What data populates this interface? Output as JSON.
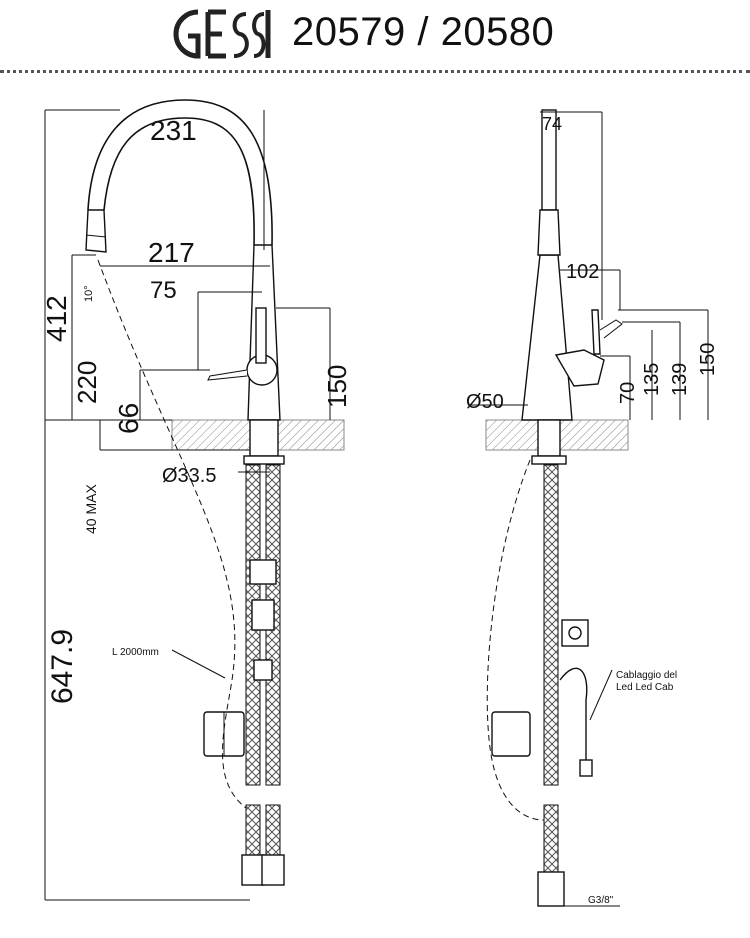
{
  "header": {
    "brand": "GESSI",
    "model": "20579 / 20580"
  },
  "front_view": {
    "dims": {
      "reach": "231",
      "spout_width": "217",
      "lever_offset": "75",
      "total_height": "412",
      "spout_angle": "10°",
      "lever_height": "220",
      "handle_height": "66",
      "body_height": "150",
      "max_thickness": "40 MAX",
      "shank_diameter": "Ø33.5",
      "hose_length_total": "647.9",
      "hose_label": "L 2000mm"
    }
  },
  "side_view": {
    "dims": {
      "spout_diameter": "74",
      "handle_reach": "102",
      "base_diameter": "Ø50",
      "h70": "70",
      "h135": "135",
      "h139": "139",
      "h150": "150",
      "cable_label_line1": "Cablaggio  del",
      "cable_label_line2": "Led    Led  Cab",
      "thread": "G3/8\""
    }
  }
}
